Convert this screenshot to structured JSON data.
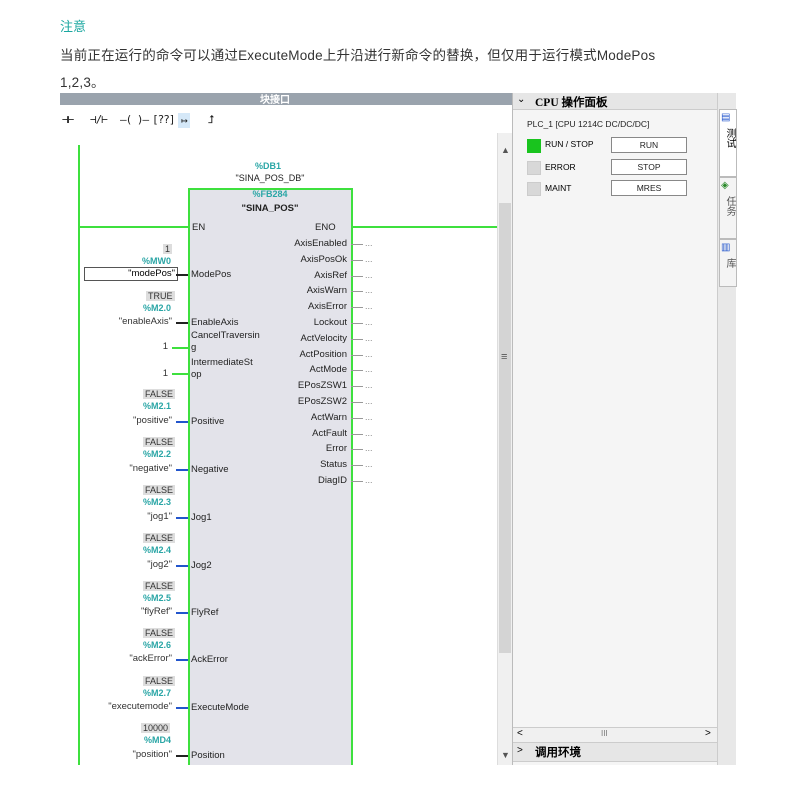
{
  "note": {
    "title": "注意",
    "line1": "当前正在运行的命令可以通过ExecuteMode上升沿进行新命令的替换，但仅用于运行模式ModePos",
    "line2": "1,2,3。"
  },
  "editor": {
    "panel_title": "块接口",
    "toolbar_icons": [
      "normally-open-contact-icon",
      "normally-closed-contact-icon",
      "coil-icon",
      "empty-box-icon",
      "open-branch-icon",
      "close-branch-icon"
    ],
    "toolbar_glyphs": [
      "⊣⊢",
      "⊣/⊢",
      "–( )–",
      "[??]",
      "↦",
      "⮥"
    ],
    "db_address": "%DB1",
    "db_name": "\"SINA_POS_DB\"",
    "fb_address": "%FB284",
    "fb_name": "\"SINA_POS\"",
    "en": "EN",
    "eno": "ENO",
    "inputs": [
      {
        "value": "1",
        "address": "%MW0",
        "variable": "\"modePos\"",
        "pin": "ModePos"
      },
      {
        "value": "TRUE",
        "address": "%M2.0",
        "variable": "\"enableAxis\"",
        "pin": "EnableAxis"
      },
      {
        "value": "",
        "address": "",
        "variable": "1",
        "pin": "CancelTraversin"
      },
      {
        "value": "",
        "address": "",
        "variable": "",
        "pin": "g"
      },
      {
        "value": "",
        "address": "",
        "variable": "1",
        "pin": "IntermediateSt"
      },
      {
        "value": "",
        "address": "",
        "variable": "",
        "pin": "op"
      },
      {
        "value": "FALSE",
        "address": "%M2.1",
        "variable": "\"positive\"",
        "pin": "Positive"
      },
      {
        "value": "FALSE",
        "address": "%M2.2",
        "variable": "\"negative\"",
        "pin": "Negative"
      },
      {
        "value": "FALSE",
        "address": "%M2.3",
        "variable": "\"jog1\"",
        "pin": "Jog1"
      },
      {
        "value": "FALSE",
        "address": "%M2.4",
        "variable": "\"jog2\"",
        "pin": "Jog2"
      },
      {
        "value": "FALSE",
        "address": "%M2.5",
        "variable": "\"flyRef\"",
        "pin": "FlyRef"
      },
      {
        "value": "FALSE",
        "address": "%M2.6",
        "variable": "\"ackError\"",
        "pin": "AckError"
      },
      {
        "value": "FALSE",
        "address": "%M2.7",
        "variable": "\"executemode\"",
        "pin": "ExecuteMode"
      },
      {
        "value": "10000",
        "address": "%MD4",
        "variable": "\"position\"",
        "pin": "Position"
      }
    ],
    "outputs": [
      "AxisEnabled",
      "AxisPosOk",
      "AxisRef",
      "AxisWarn",
      "AxisError",
      "Lockout",
      "ActVelocity",
      "ActPosition",
      "ActMode",
      "EPosZSW1",
      "EPosZSW2",
      "ActWarn",
      "ActFault",
      "Error",
      "Status",
      "DiagID"
    ],
    "output_dots": "..."
  },
  "cpu_panel": {
    "header": "CPU 操作面板",
    "plc_name": "PLC_1 [CPU 1214C DC/DC/DC]",
    "rows": [
      {
        "status": "RUN / STOP",
        "button": "RUN",
        "led": "on"
      },
      {
        "status": "ERROR",
        "button": "STOP",
        "led": "off"
      },
      {
        "status": "MAINT",
        "button": "MRES",
        "led": "off"
      }
    ],
    "footer": "调用环境",
    "hscroll_mid": "III",
    "side_tabs": [
      "测试",
      "任务",
      "库"
    ]
  }
}
